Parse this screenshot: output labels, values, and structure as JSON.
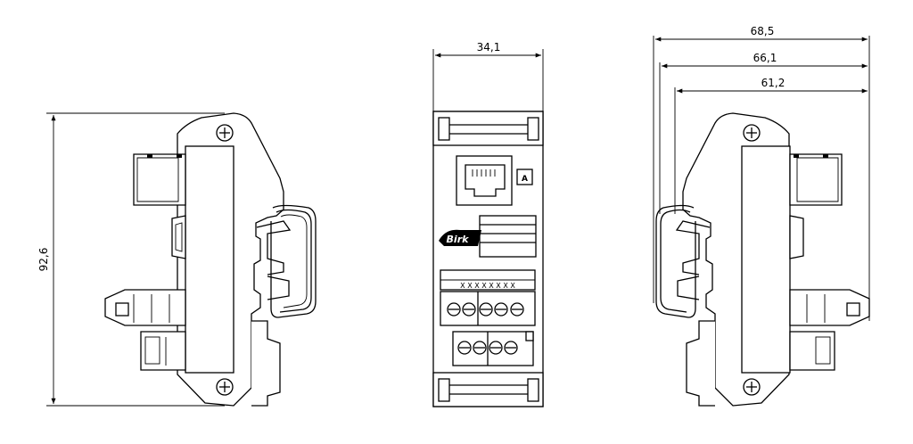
{
  "dimensions": {
    "height": "92,6",
    "front_width": "34,1",
    "side_depth_1": "68,5",
    "side_depth_2": "66,1",
    "side_depth_3": "61,2"
  },
  "front_panel": {
    "label": "A",
    "logo_text": "Birk",
    "terminal_marks": "X X X X X X X X"
  }
}
